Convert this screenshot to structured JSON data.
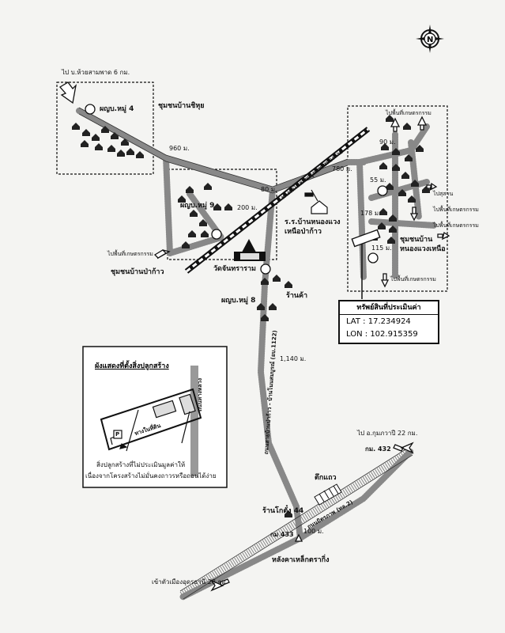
{
  "north": "N",
  "labels": {
    "to_huai_sai": "ไป บ.ห้วยสามพาด 6 กม.",
    "community_chilhur": "ชุมชนบ้านชิหุย",
    "village_head_4": "ผญบ.หมู่ 4",
    "dist_960": "960 ม.",
    "railway": "ทางรถไฟสายกรุงเทพ-หนองคาย",
    "village_head_9": "ผญบ.หมู่ 9",
    "dist_200": "200 ม.",
    "dist_80": "80 ม.",
    "to_paddy_left": "ไปพื้นที่เกษตรกรรม",
    "community_pakao": "ชุมชนบ้านป่าก้าว",
    "temple": "วัดจันทราราม",
    "school": "ร.ร.บ้านหนองแวง\nเหนือป่าก้าว",
    "dist_780": "780 ม.",
    "dist_90": "90 ม.",
    "dist_55": "55 ม.",
    "dist_178": "178 ม.",
    "dist_115": "115 ม.",
    "to_paddy_r1": "ไปพื้นที่เกษตรกรรม",
    "to_paddy_r2": "ไปพื้นที่เกษตรกรรม",
    "to_paddy_r3": "ไปพื้นที่เกษตรกรรม",
    "to_paddy_r4": "ไปพื้นที่เกษตรกรรม",
    "to_cemetery": "ไปสุสาน",
    "community_nongwaeng": "ชุมชนบ้าน\nหนองแวงเหนือ",
    "village_head_8": "ผญบ.หมู่ 8",
    "shop_la": "ร้านค้า",
    "dist_1140": "1,140 ม.",
    "road_name": "ถนนสายบ้านป่าก้าว - บ้านโนนสมบูรณ์ (อบ.1122)",
    "to_kumphawapi": "ไป อ.กุมภวาปี 22 กม.",
    "km_432": "กม. 432",
    "tuk_row": "ตึกแถว",
    "hwy_name": "ถนนมิตรภาพ (ทล.2)",
    "shop_44": "ร้านโกตั๋ง 44",
    "km_433": "กม 433",
    "dist_100": "100 ม.",
    "steel_roof": "หลังคาเหล็กตรากิ่ง",
    "to_udon": "เข้าตัวเมืองอุดรธานี 28 กม.",
    "inset_title": "ผังแสดงที่ตั้งสิ่งปลูกสร้าง",
    "inset_road": "ถนนทางหลวง",
    "inset_lane": "ทางในที่ดิน",
    "inset_note1": "สิ่งปลูกสร้างที่ไม่ประเมินมูลค่าให้",
    "inset_note2": "เนื่องจากโครงสร้างไม่มั่นคงถาวรหรือถอนได้ง่าย",
    "inset_p": "P"
  },
  "property": {
    "title": "ทรัพย์สินที่ประเมินค่า",
    "lat_label": "LAT",
    "lat": "17.234924",
    "lon_label": "LON",
    "lon": "102.915359"
  }
}
